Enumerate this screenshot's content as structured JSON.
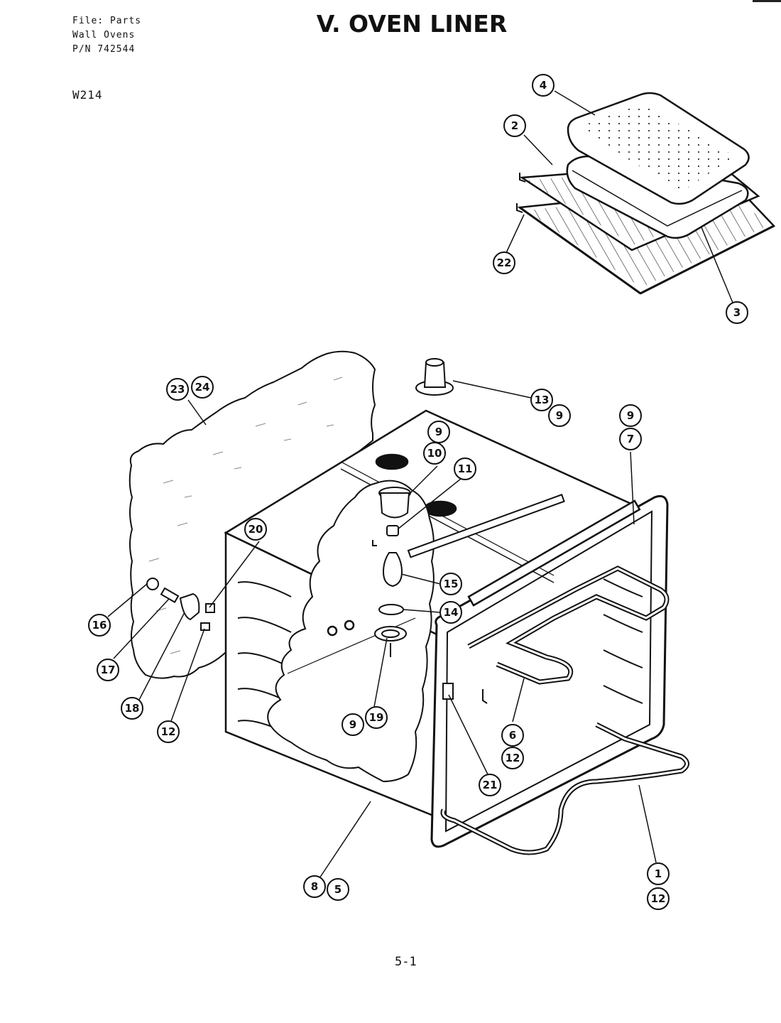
{
  "header": {
    "file_lines": [
      "File: Parts",
      "Wall Ovens",
      "P/N 742544"
    ],
    "model": "W214",
    "title": "V. OVEN LINER",
    "page_number": "5-1"
  },
  "callouts": [
    "4",
    "2",
    "22",
    "3",
    "23",
    "24",
    "13",
    "9",
    "9",
    "7",
    "9",
    "10",
    "11",
    "20",
    "15",
    "14",
    "16",
    "17",
    "18",
    "12",
    "9",
    "19",
    "21",
    "6",
    "12",
    "8",
    "5",
    "1",
    "12"
  ]
}
